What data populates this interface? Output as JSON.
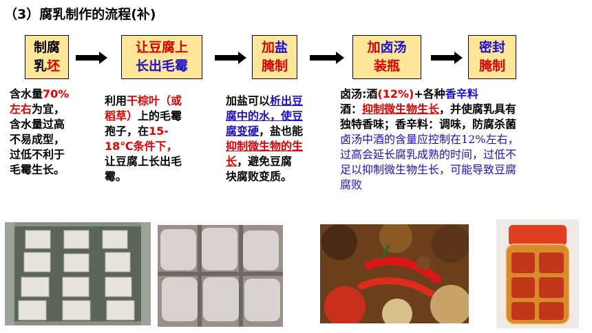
{
  "title": "（3）腐乳制作的流程(补)",
  "steps": [
    {
      "line1_a": "制腐",
      "line2_a": "乳",
      "line2_b": "坯"
    },
    {
      "line1": "让豆腐上",
      "line2": "长出毛霉"
    },
    {
      "line1_a": "加",
      "line1_b": "盐",
      "line2": "腌制"
    },
    {
      "line1_a": "加",
      "line1_b": "卤汤",
      "line2": "装瓶"
    },
    {
      "line1": "密封",
      "line2": "腌制"
    }
  ],
  "note1": {
    "l1a": "含水量",
    "l1b": "70%",
    "l2a": "左右",
    "l2b": "为宜，",
    "l3": "含水量过高",
    "l4": "不易成型，",
    "l5": "过低不利于",
    "l6": "毛霉生长。"
  },
  "note2": {
    "l1a": "利用",
    "l1b": "干棕叶（或",
    "l2a": "稻草）",
    "l2b": "上的毛霉",
    "l3a": "孢子，在",
    "l3b": "15-",
    "l4a": "18℃条件下，",
    "l5": "让豆腐上长出毛",
    "l6": "霉。"
  },
  "note3": {
    "l1a": "加盐可以",
    "l1b": "析出豆",
    "l2": "腐中的水，使豆",
    "l3a": "腐变硬",
    "l3b": "，盐也能",
    "l4": "抑制微生物的生",
    "l5a": "长",
    "l5b": "，避免豆腐",
    "l6": "块腐败变质。"
  },
  "note4": {
    "l1a": "卤汤:酒",
    "l1b": "(12%)",
    "l1c": "+各种",
    "l1d": "香辛料",
    "l2a": "酒：",
    "l2b": "抑制微生物生长",
    "l2c": "，并使腐乳具有",
    "l3": "独特香味；香辛料：调味，防腐杀菌",
    "l4": "卤汤中酒的含量应控制在12%左右，",
    "l5": "过高会延长腐乳成熟的时间，过低不",
    "l6": "足以抑制微生物生长，可能导致豆腐",
    "l7": "腐败"
  },
  "colors": {
    "box_fill": "#ffe699",
    "red": "#e00000",
    "blue": "#1c10c8"
  }
}
